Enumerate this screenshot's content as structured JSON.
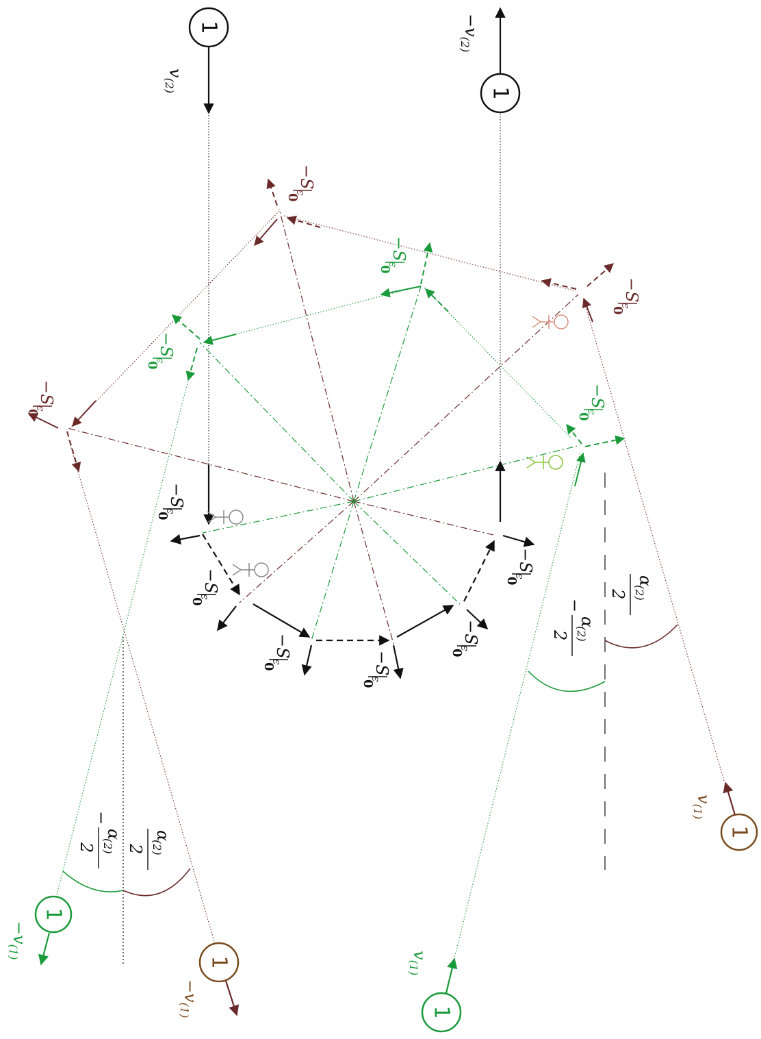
{
  "colors": {
    "black": "#111111",
    "brown": "#6b2a2a",
    "green": "#1a9a3a",
    "node_brown": "#7a4a1e",
    "light_green": "#8ac43a",
    "salmon": "#d89080",
    "grey": "#888888"
  },
  "nodes": [
    {
      "id": "n-top-v2",
      "label": "1",
      "color": "black"
    },
    {
      "id": "n-top-minus-v2",
      "label": "1",
      "color": "black"
    },
    {
      "id": "n-right-v1-brown",
      "label": "1",
      "color": "node_brown"
    },
    {
      "id": "n-bottom-v1-green",
      "label": "1",
      "color": "green"
    },
    {
      "id": "n-bottom-minus-v1-brown",
      "label": "1",
      "color": "node_brown"
    },
    {
      "id": "n-left-minus-v1-green",
      "label": "1",
      "color": "green"
    }
  ],
  "velocity_labels": {
    "v2": {
      "sym": "v",
      "sub": "(2)"
    },
    "minus_v2": {
      "sym": "−v",
      "sub": "(2)"
    },
    "v1_brown": {
      "sym": "v",
      "sub": "(1)"
    },
    "v1_green": {
      "sym": "v",
      "sub": "(1)"
    },
    "minus_v1_brown": {
      "sym": "−v",
      "sub": "(1)"
    },
    "minus_v1_green": {
      "sym": "−v",
      "sub": "(1)"
    }
  },
  "s_label": {
    "sym": "−S",
    "sub": "ϵ",
    "eval": "0"
  },
  "angle_labels": {
    "half_alpha": {
      "num": "α",
      "sub": "(2)",
      "den": "2"
    },
    "minus_half_alpha": {
      "sign": "−",
      "num": "α",
      "sub": "(2)",
      "den": "2"
    }
  }
}
